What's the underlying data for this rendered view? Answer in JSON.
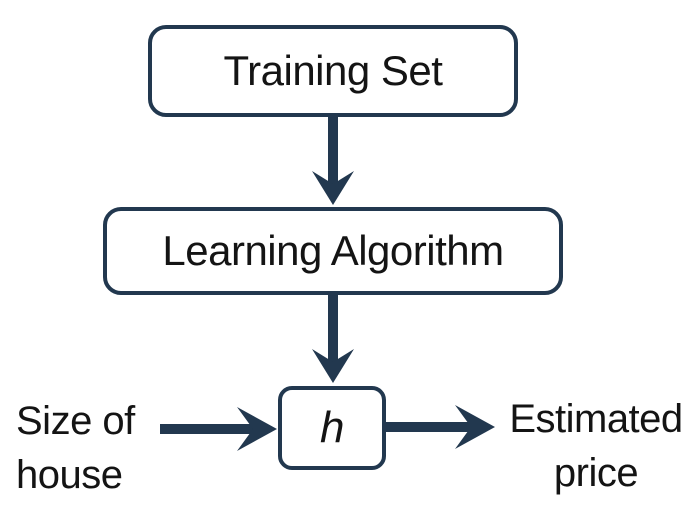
{
  "diagram": {
    "nodes": {
      "training_set": {
        "label": "Training Set"
      },
      "learning_algorithm": {
        "label": "Learning Algorithm"
      },
      "hypothesis": {
        "label": "h"
      }
    },
    "input_label": {
      "text": "Size of house",
      "line1": "Size of",
      "line2": "house"
    },
    "output_label": {
      "text": "Estimated price",
      "line1": "Estimated",
      "line2": "price"
    },
    "edges": [
      {
        "from": "Training Set",
        "to": "Learning Algorithm"
      },
      {
        "from": "Learning Algorithm",
        "to": "h"
      },
      {
        "from": "Size of house",
        "to": "h"
      },
      {
        "from": "h",
        "to": "Estimated price"
      }
    ],
    "colors": {
      "accent": "#22384f",
      "text": "#141414",
      "background": "#ffffff"
    }
  }
}
